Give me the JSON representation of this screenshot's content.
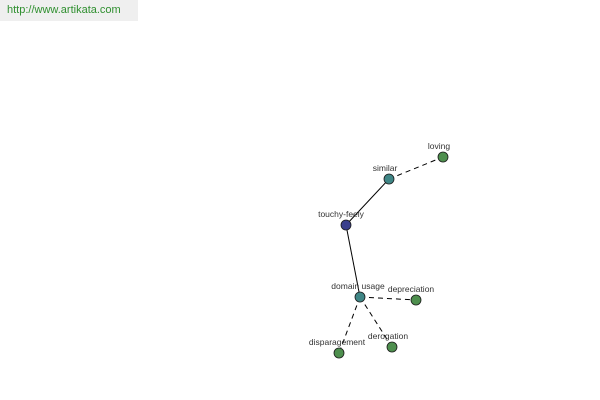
{
  "banner": {
    "url_text": "http://www.artikata.com"
  },
  "colors": {
    "banner_bg": "#efefef",
    "banner_text": "#2f8f2f",
    "root_node": "#3a3f8c",
    "relation_node": "#3f8686",
    "leaf_node": "#4e8f4e",
    "node_stroke": "#1a1a1a",
    "edge": "#000000",
    "label_text": "#333333"
  },
  "graph": {
    "nodes": [
      {
        "id": "touchy-feely",
        "label": "touchy-feely",
        "kind": "root"
      },
      {
        "id": "similar",
        "label": "similar",
        "kind": "relation"
      },
      {
        "id": "loving",
        "label": "loving",
        "kind": "leaf"
      },
      {
        "id": "domain-usage",
        "label": "domain usage",
        "kind": "relation"
      },
      {
        "id": "depreciation",
        "label": "depreciation",
        "kind": "leaf"
      },
      {
        "id": "disparagement",
        "label": "disparagement",
        "kind": "leaf"
      },
      {
        "id": "derogation",
        "label": "derogation",
        "kind": "leaf"
      }
    ],
    "edges": [
      {
        "from": "touchy-feely",
        "to": "similar",
        "style": "solid"
      },
      {
        "from": "similar",
        "to": "loving",
        "style": "dashed"
      },
      {
        "from": "touchy-feely",
        "to": "domain-usage",
        "style": "solid"
      },
      {
        "from": "domain-usage",
        "to": "depreciation",
        "style": "dashed"
      },
      {
        "from": "domain-usage",
        "to": "disparagement",
        "style": "dashed"
      },
      {
        "from": "domain-usage",
        "to": "derogation",
        "style": "dashed"
      }
    ]
  }
}
